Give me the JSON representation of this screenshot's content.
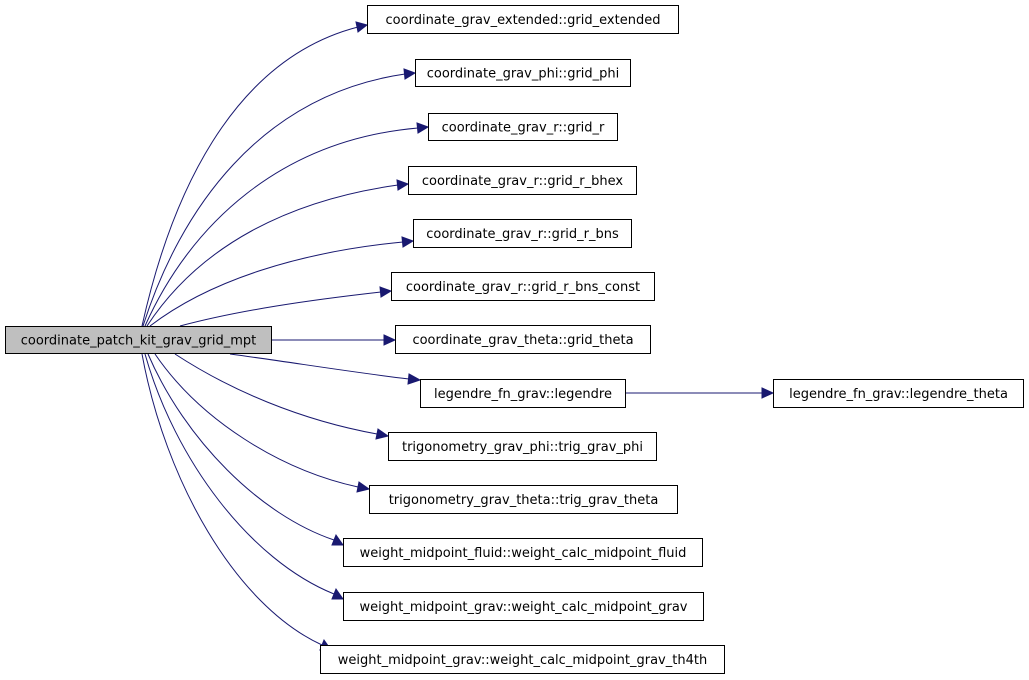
{
  "graph": {
    "edge_color": "#191970",
    "root_fill": "#bfbfbf",
    "root": "coordinate_patch_kit_grav_grid_mpt",
    "nodes": {
      "grid_extended": "coordinate_grav_extended::grid_extended",
      "grid_phi": "coordinate_grav_phi::grid_phi",
      "grid_r": "coordinate_grav_r::grid_r",
      "grid_r_bhex": "coordinate_grav_r::grid_r_bhex",
      "grid_r_bns": "coordinate_grav_r::grid_r_bns",
      "grid_r_bns_const": "coordinate_grav_r::grid_r_bns_const",
      "grid_theta": "coordinate_grav_theta::grid_theta",
      "legendre": "legendre_fn_grav::legendre",
      "legendre_theta": "legendre_fn_grav::legendre_theta",
      "trig_grav_phi": "trigonometry_grav_phi::trig_grav_phi",
      "trig_grav_theta": "trigonometry_grav_theta::trig_grav_theta",
      "weight_fluid": "weight_midpoint_fluid::weight_calc_midpoint_fluid",
      "weight_grav": "weight_midpoint_grav::weight_calc_midpoint_grav",
      "weight_grav_th4th": "weight_midpoint_grav::weight_calc_midpoint_grav_th4th"
    }
  }
}
